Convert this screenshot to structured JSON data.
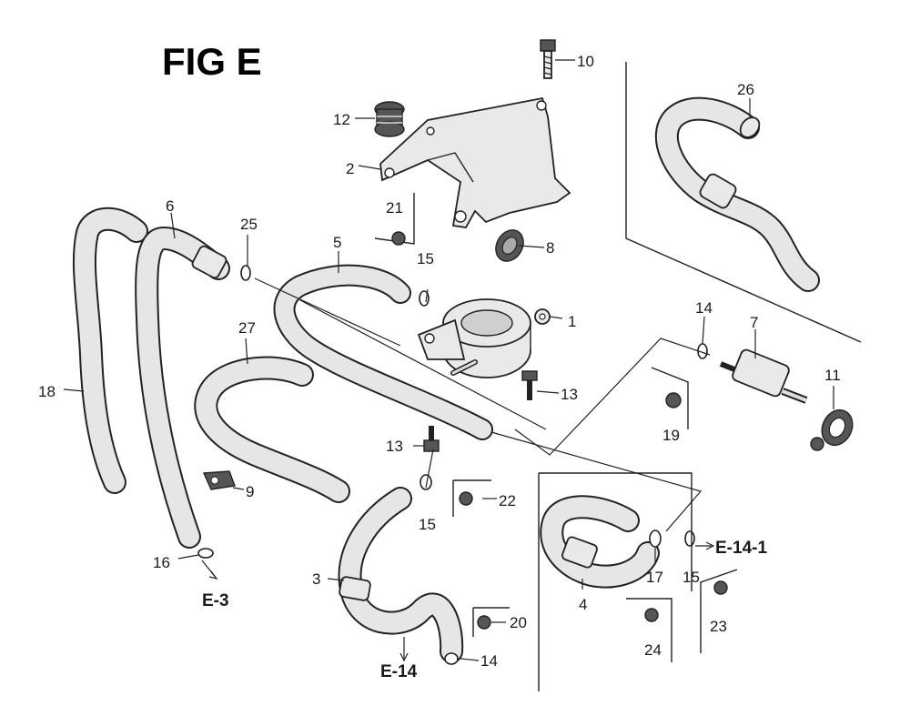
{
  "figure": {
    "title": "FIG E"
  },
  "callouts": {
    "c1": "1",
    "c2": "2",
    "c3": "3",
    "c4": "4",
    "c5": "5",
    "c6": "6",
    "c7": "7",
    "c8": "8",
    "c9": "9",
    "c10": "10",
    "c11": "11",
    "c12": "12",
    "c13a": "13",
    "c13b": "13",
    "c14a": "14",
    "c14b": "14",
    "c15a": "15",
    "c15b": "15",
    "c15c": "15",
    "c16": "16",
    "c17": "17",
    "c18": "18",
    "c19": "19",
    "c20": "20",
    "c21": "21",
    "c22": "22",
    "c23": "23",
    "c24": "24",
    "c25": "25",
    "c26": "26",
    "c27": "27"
  },
  "references": {
    "r_e3": "E-3",
    "r_e14": "E-14",
    "r_e141": "E-14-1"
  },
  "colors": {
    "line": "#222222",
    "hose_fill": "#e6e6e6",
    "background": "#ffffff"
  }
}
